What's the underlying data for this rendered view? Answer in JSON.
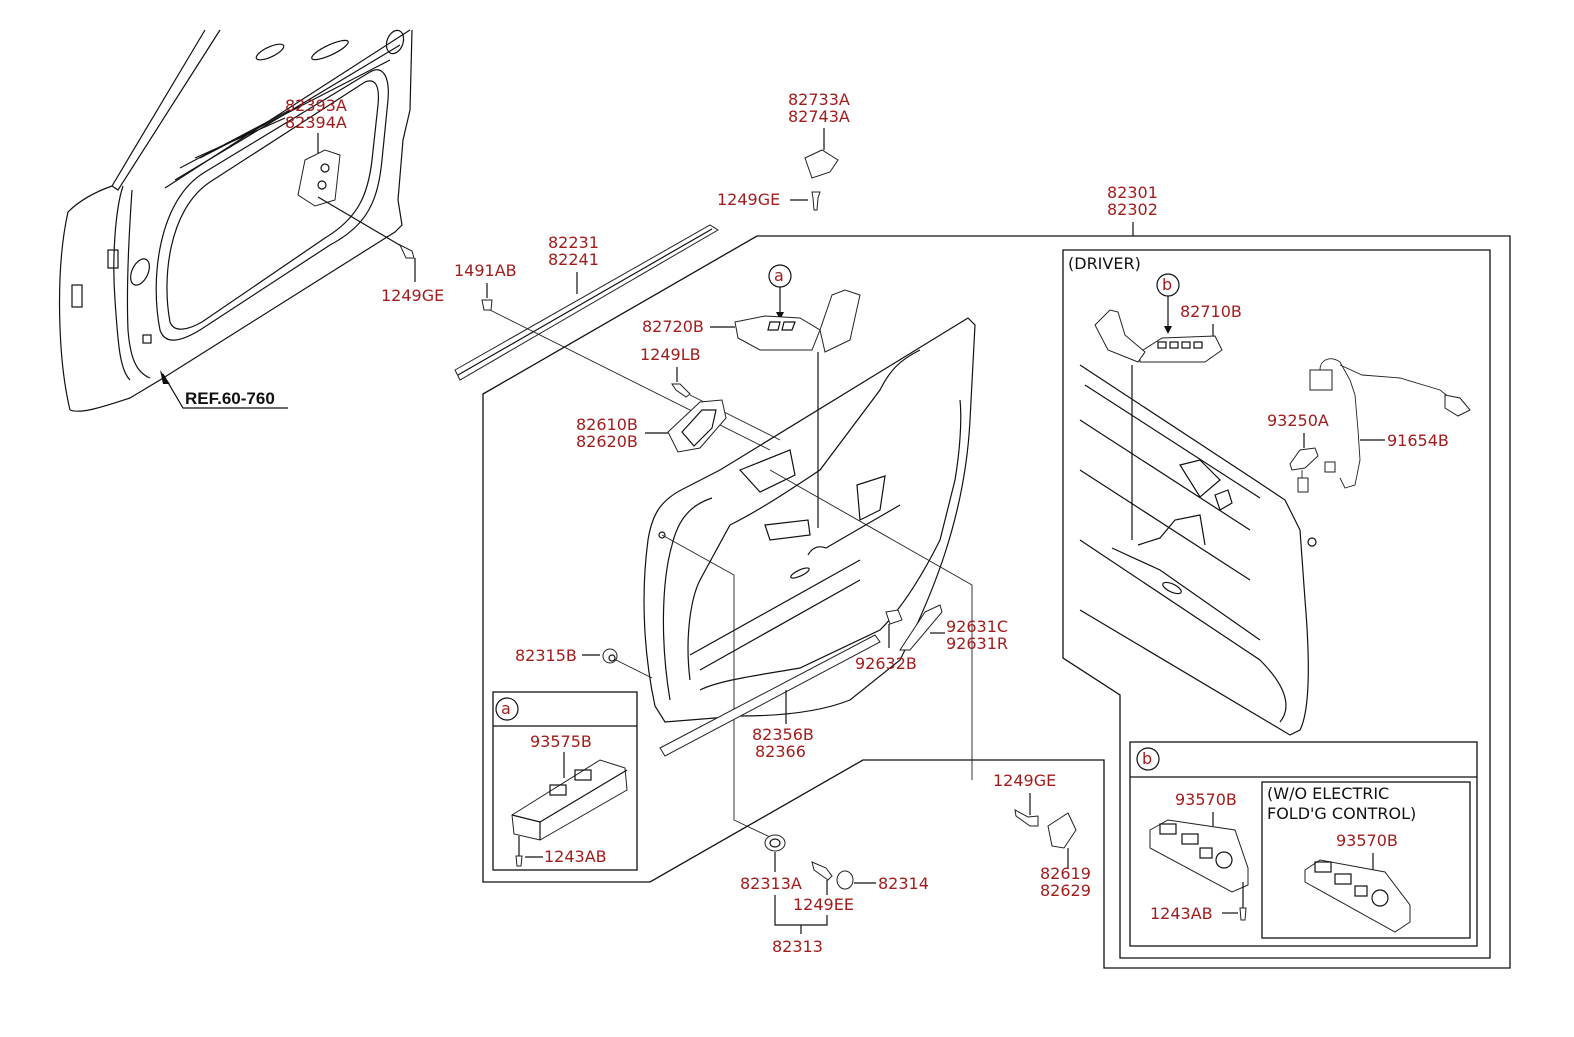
{
  "diagram": {
    "title": "Front Door Trim Parts Diagram",
    "reference": "REF.60-760",
    "labels": {
      "l82393A": "82393A",
      "l82394A": "82394A",
      "l1249GE_a": "1249GE",
      "l82733A": "82733A",
      "l82743A": "82743A",
      "l1249GE_b": "1249GE",
      "l82231": "82231",
      "l82241": "82241",
      "l1491AB": "1491AB",
      "l82720B": "82720B",
      "l1249LB": "1249LB",
      "l82610B": "82610B",
      "l82620B": "82620B",
      "l82301": "82301",
      "l82302": "82302",
      "l82315B": "82315B",
      "l92631C": "92631C",
      "l92631R": "92631R",
      "l92632B": "92632B",
      "l82356B": "82356B",
      "l82366": "82366",
      "l1249GE_c": "1249GE",
      "l82619": "82619",
      "l82629": "82629",
      "l82313A": "82313A",
      "l1249EE": "1249EE",
      "l82314": "82314",
      "l82313": "82313",
      "l82710B": "82710B",
      "l93250A": "93250A",
      "l91654B": "91654B"
    },
    "callouts": {
      "a": "a",
      "b": "b"
    },
    "driver_box": {
      "title": "(DRIVER)"
    },
    "detail_a": {
      "callout": "a",
      "labels": {
        "switch": "93575B",
        "screw": "1243AB"
      }
    },
    "detail_b": {
      "callout": "b",
      "labels": {
        "switch": "93570B",
        "screw": "1243AB"
      },
      "variant": {
        "title_line1": "(W/O ELECTRIC",
        "title_line2": "FOLD'G CONTROL)",
        "switch": "93570B"
      }
    }
  }
}
